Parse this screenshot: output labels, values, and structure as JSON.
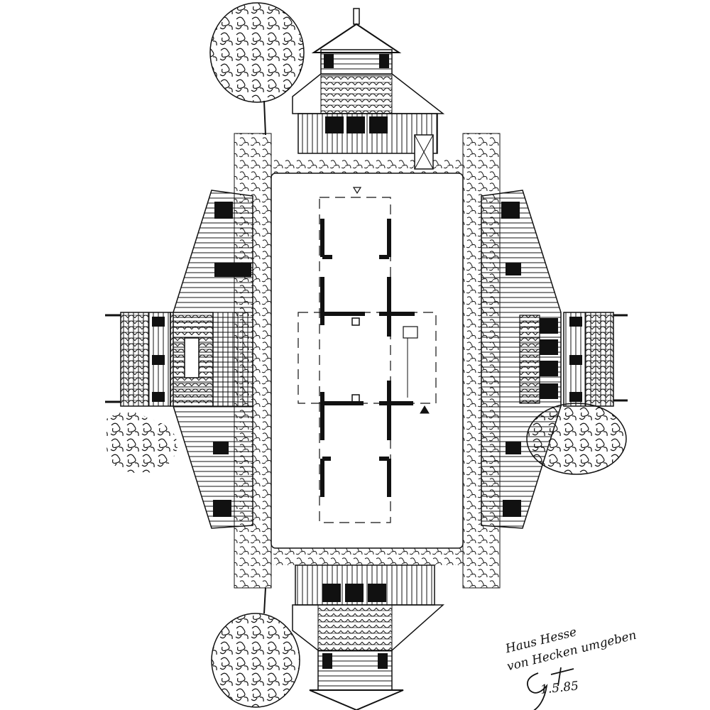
{
  "annotation": {
    "line1": "Haus Hesse",
    "line2": "von Hecken umgeben",
    "date": "1.5.85"
  },
  "colors": {
    "ink": "#111111",
    "paper": "#ffffff"
  },
  "icons": [
    "tree-icon",
    "signature-mark",
    "north-arrow-icon"
  ]
}
